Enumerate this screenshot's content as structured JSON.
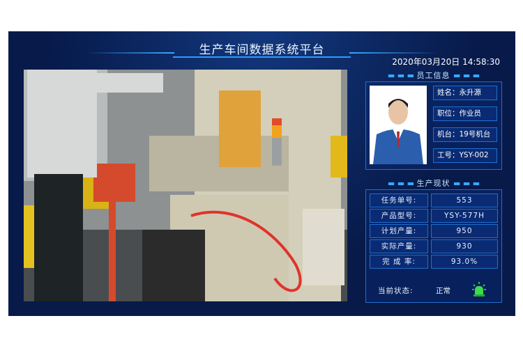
{
  "header": {
    "title": "生产车间数据系统平台",
    "datetime": "2020年03月20日  14:58:30"
  },
  "employee": {
    "section_title": "员工信息",
    "name": "姓名：永升源",
    "position": "职位：作业员",
    "machine": "机台：19号机台",
    "employee_id": "工号：YSY-002"
  },
  "production": {
    "section_title": "生产现状",
    "rows": [
      {
        "label": "任务单号:",
        "value": "553"
      },
      {
        "label": "产品型号:",
        "value": "YSY-577H"
      },
      {
        "label": "计划产量:",
        "value": "950"
      },
      {
        "label": "实际产量:",
        "value": "930"
      },
      {
        "label": "完 成 率:",
        "value": "93.0%"
      }
    ],
    "status_label": "当前状态:",
    "status_value": "正常"
  },
  "colors": {
    "background": "#071a4a",
    "accent": "#3aa8ff",
    "status_light": "#3ddc4a"
  },
  "icons": {
    "status": "green-signal-light-icon"
  }
}
